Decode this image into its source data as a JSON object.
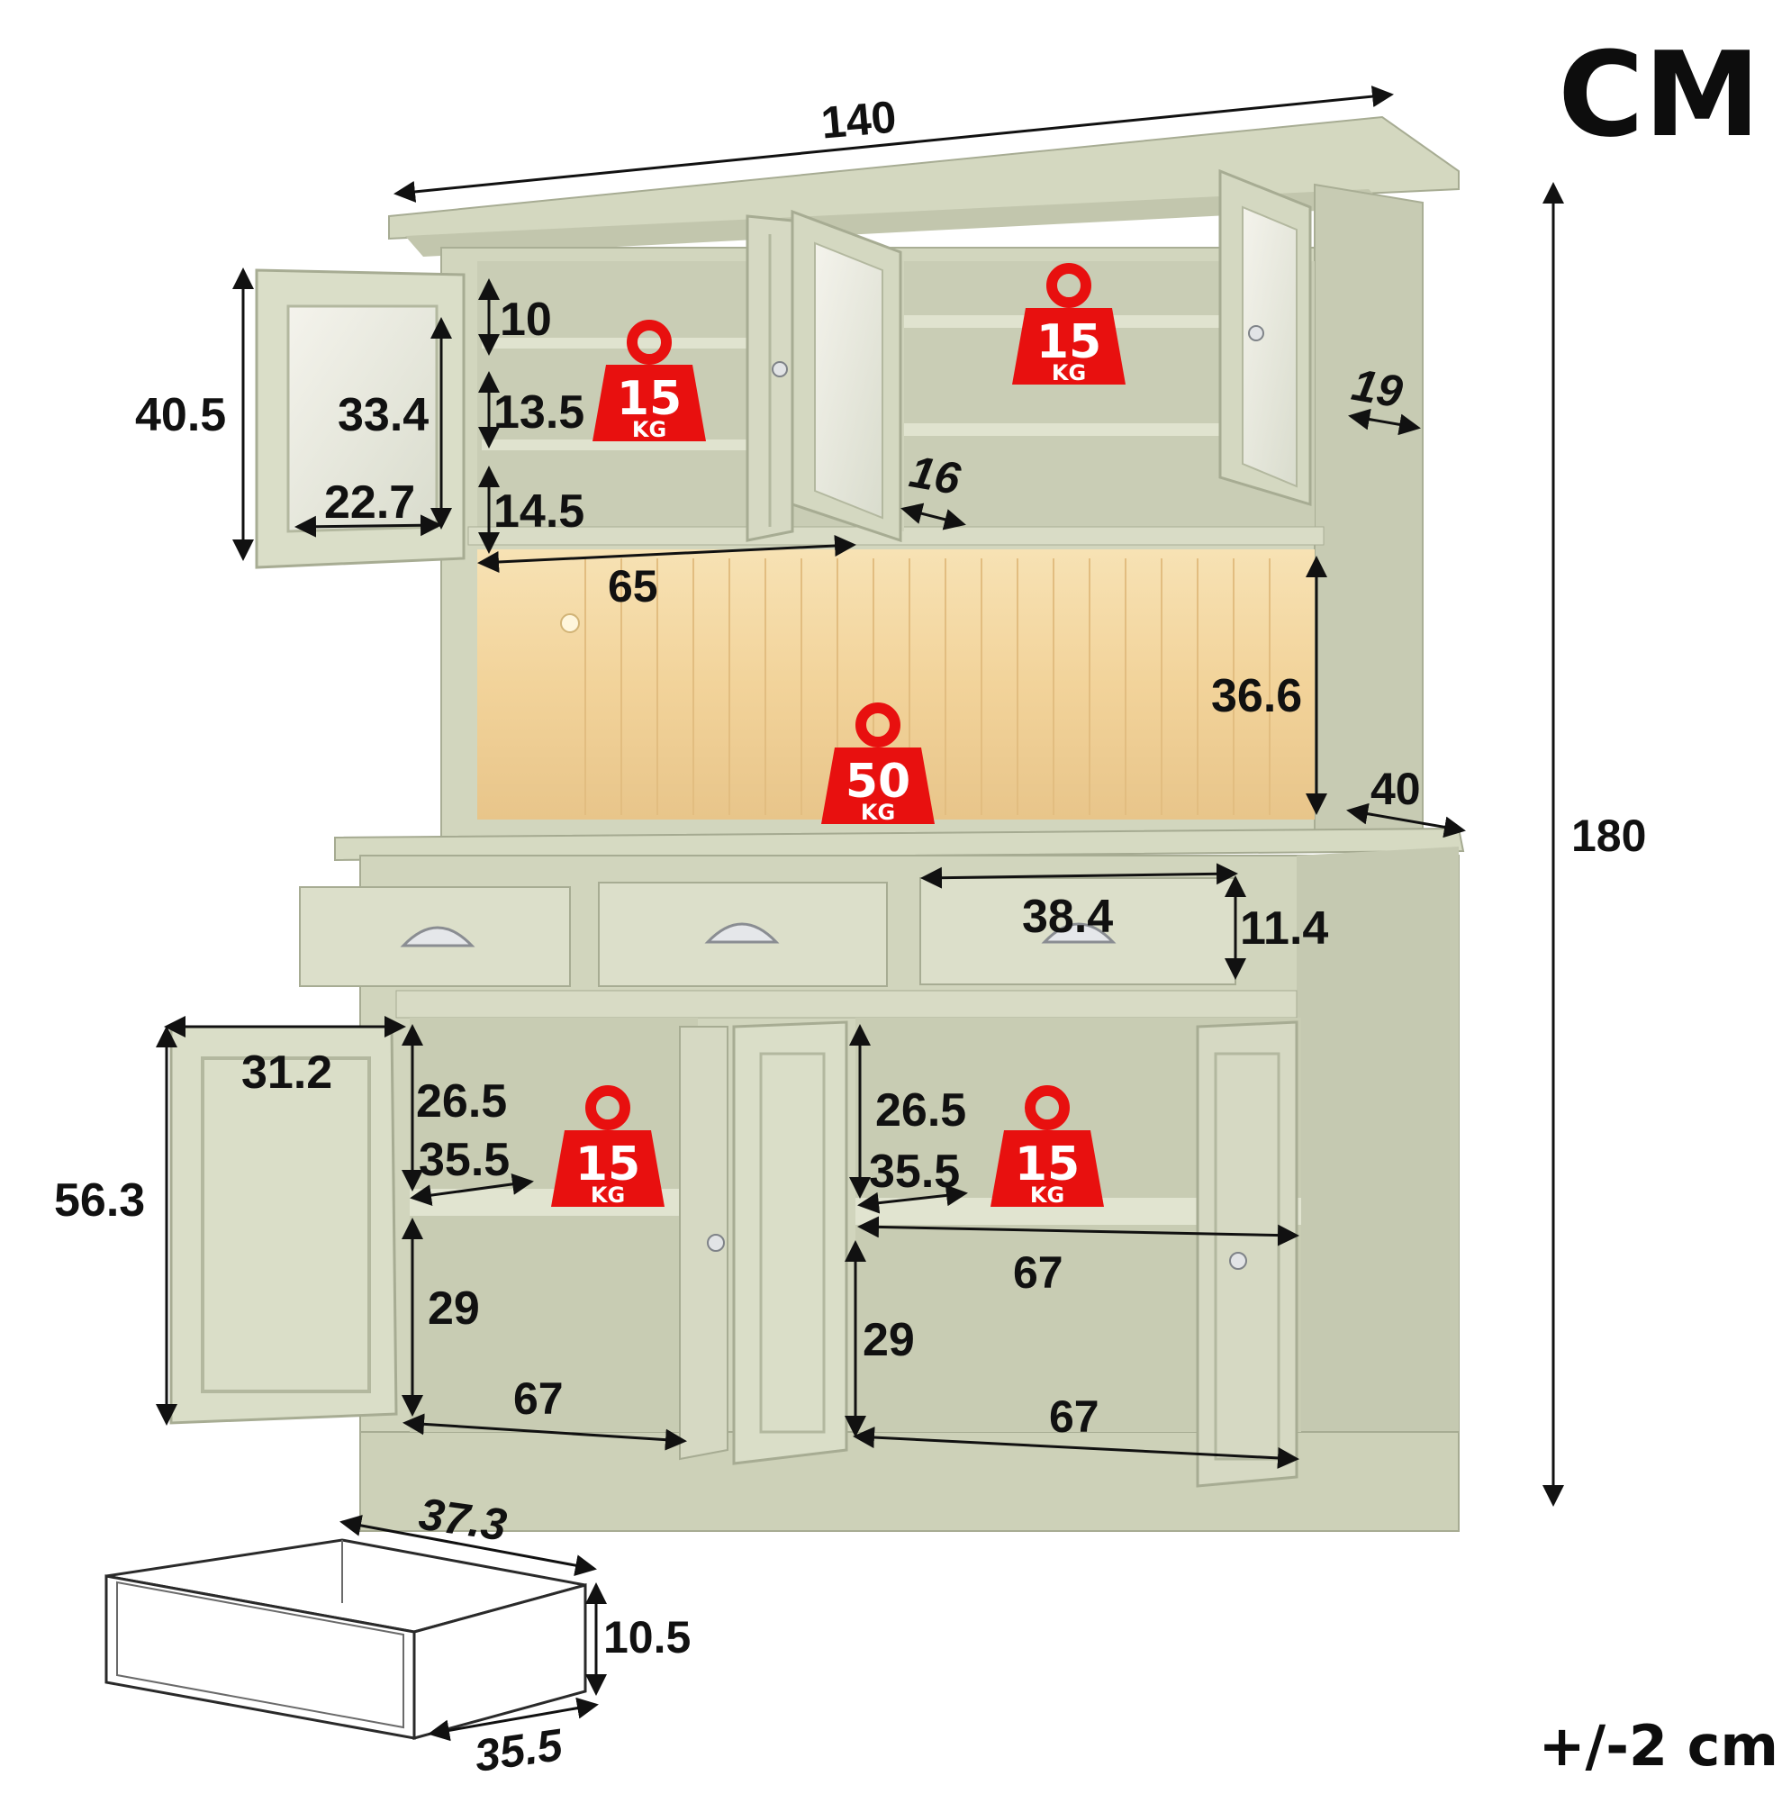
{
  "unit_label": "CM",
  "tolerance_label": "+/-2 cm",
  "colors": {
    "cabinet": "#d7dbc4",
    "cabinet_dark": "#b7bca3",
    "cabinet_shadow": "#a3a88f",
    "interior": "#cfd3bb",
    "glow": "#f3d7a0",
    "weight_badge": "#e8100f",
    "ink": "#111111"
  },
  "dimensions": {
    "overall_width": "140",
    "overall_height": "180",
    "top_depth": "19",
    "base_depth": "40",
    "upper_door_height": "40.5",
    "upper_door_inner_height": "33.4",
    "upper_door_width": "22.7",
    "upper_shelf_gap_top": "10",
    "upper_shelf_gap_mid": "13.5",
    "upper_shelf_gap_bottom": "14.5",
    "upper_inner_width": "65",
    "upper_shelf_depth": "16",
    "open_shelf_height": "36.6",
    "drawer_width": "38.4",
    "drawer_height": "11.4",
    "lower_door_width": "31.2",
    "lower_door_height": "56.3",
    "lower_left_top_height": "26.5",
    "lower_left_shelf_depth": "35.5",
    "lower_left_bottom_height": "29",
    "lower_left_width": "67",
    "lower_right_top_height": "26.5",
    "lower_right_shelf_depth": "35.5",
    "lower_right_shelf_width": "67",
    "lower_right_bottom_height": "29",
    "lower_right_width": "67",
    "drawer_box_length": "37.3",
    "drawer_box_height": "10.5",
    "drawer_box_depth": "35.5"
  },
  "weights": [
    {
      "value": "15",
      "unit": "KG"
    },
    {
      "value": "15",
      "unit": "KG"
    },
    {
      "value": "50",
      "unit": "KG"
    },
    {
      "value": "15",
      "unit": "KG"
    },
    {
      "value": "15",
      "unit": "KG"
    }
  ]
}
